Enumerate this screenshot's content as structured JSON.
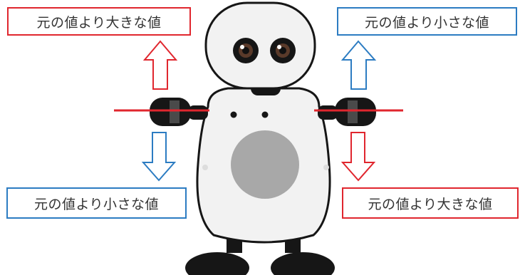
{
  "colors": {
    "red": "#e0262e",
    "blue": "#2c7cc2",
    "robot_dark": "#161616",
    "robot_body": "#f2f2f2",
    "belly": "#a8a8a8"
  },
  "labels": {
    "top_left": "元の値より大きな値",
    "top_right": "元の値より小さな値",
    "bottom_left": "元の値より小さな値",
    "bottom_right": "元の値より大きな値"
  },
  "arrows": {
    "left_up": "red",
    "left_down": "blue",
    "right_up": "blue",
    "right_down": "red"
  },
  "icons": [
    "robot-figure",
    "arrow-up-outline-icon",
    "arrow-down-outline-icon"
  ]
}
